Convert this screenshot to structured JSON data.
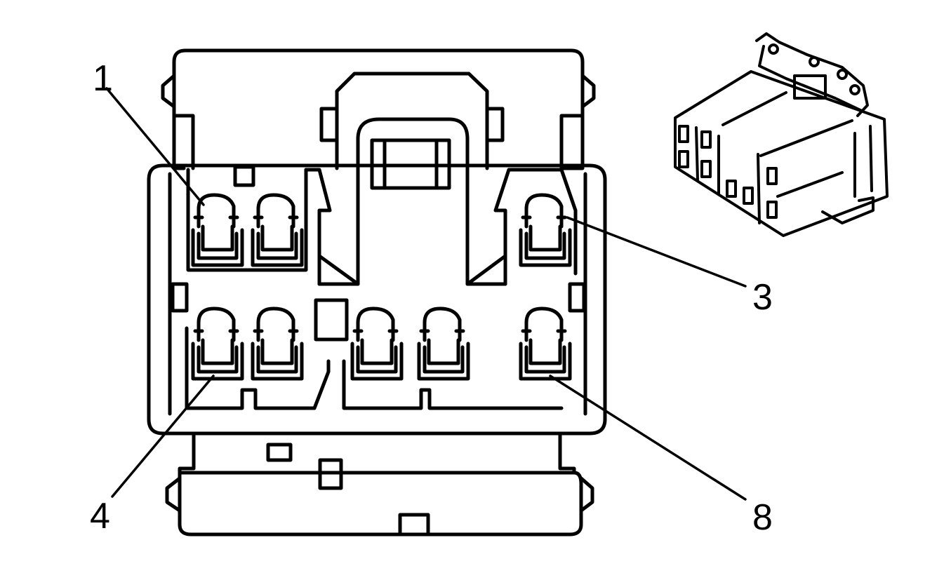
{
  "callouts": {
    "pin_1": "1",
    "pin_3": "3",
    "pin_4": "4",
    "pin_8": "8"
  },
  "colors": {
    "line": "#000000",
    "background": "#ffffff"
  }
}
